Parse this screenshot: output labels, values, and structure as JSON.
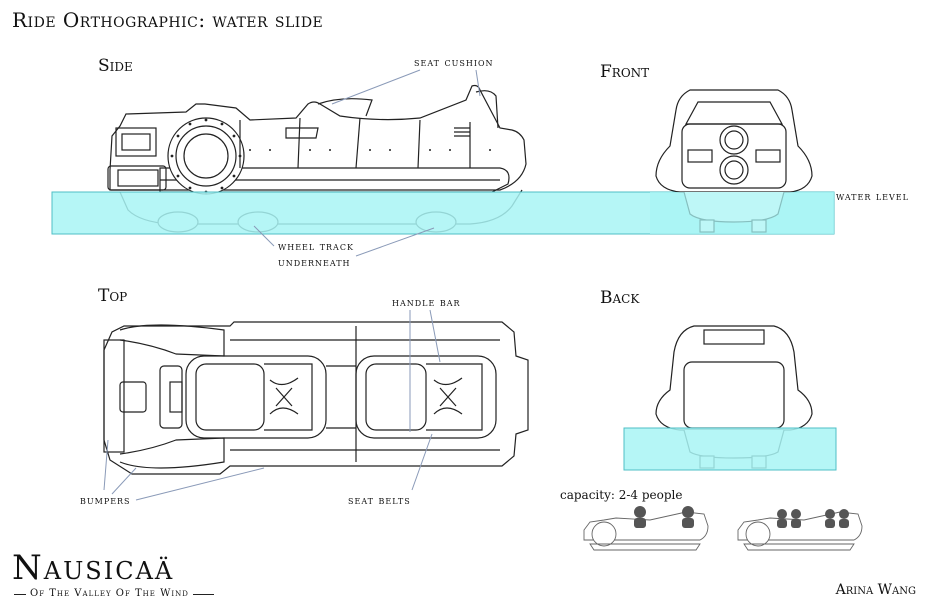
{
  "title": "Ride Orthographic: water slide",
  "views": {
    "side": "Side",
    "front": "Front",
    "top": "Top",
    "back": "Back"
  },
  "callouts": {
    "seat_cushion": "seat cushion",
    "water_level": "water level",
    "wheel_track_1": "wheel track",
    "wheel_track_2": "underneath",
    "handle_bar": "handle bar",
    "bumpers": "bumpers",
    "seat_belts": "seat belts"
  },
  "capacity": "capacity: 2-4 people",
  "logo": {
    "name": "Nausicaä",
    "subtitle": "Of The Valley Of The Wind"
  },
  "artist": "Arina Wang",
  "colors": {
    "water": "#a8f4f4",
    "water_edge": "#4fbfc6",
    "line": "#222222",
    "callout": "#8a9ab8",
    "rider": "#555555"
  }
}
